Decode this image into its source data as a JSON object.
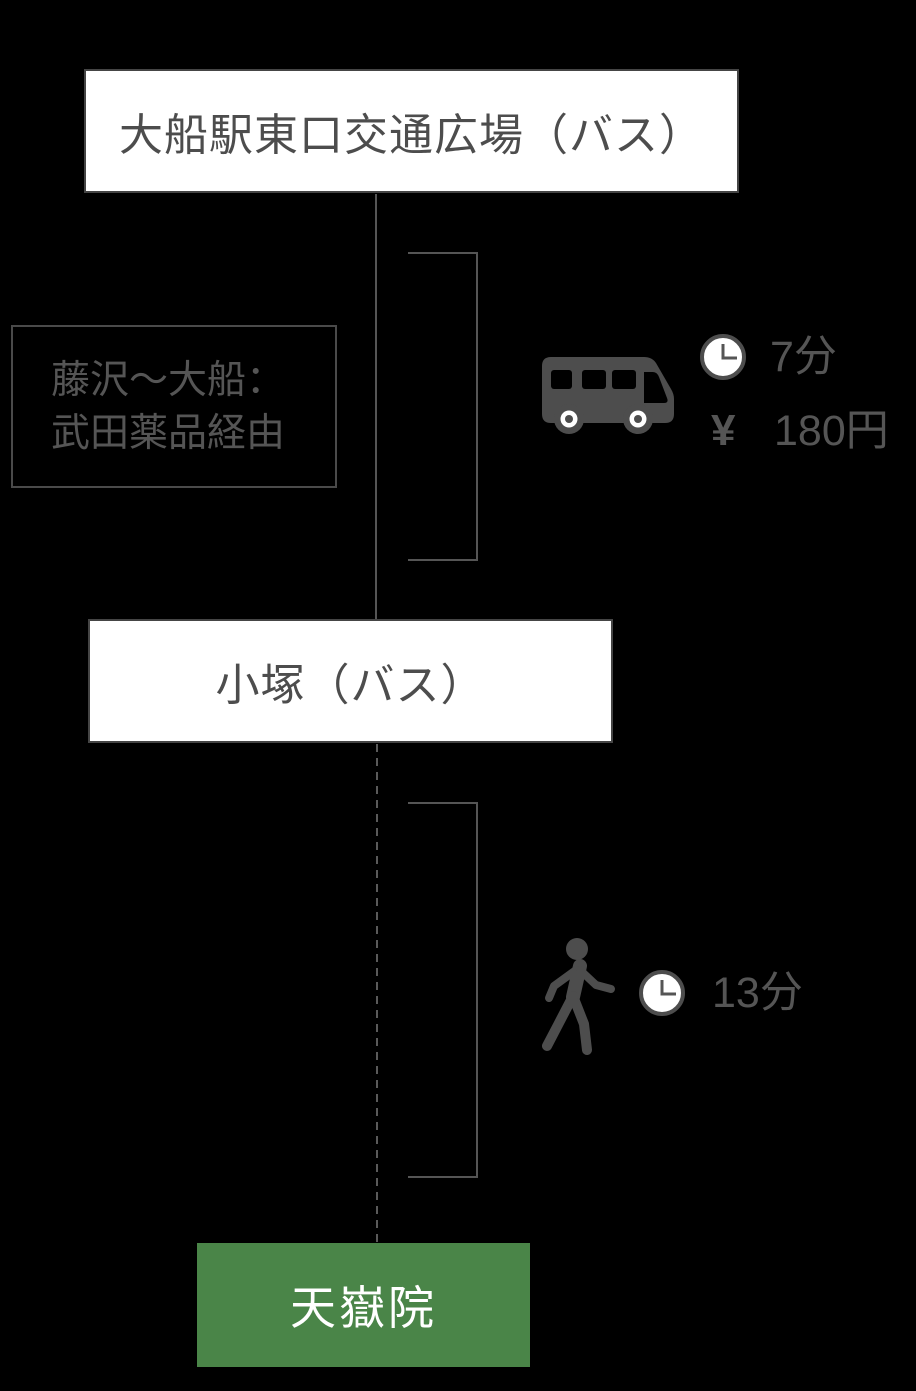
{
  "colors": {
    "background": "#000000",
    "box_fill": "#ffffff",
    "box_border": "#454545",
    "text_gray": "#555555",
    "icon_gray": "#4d4d4d",
    "line_gray": "#555555",
    "destination_fill": "#4a8548",
    "destination_text": "#ffffff"
  },
  "icons": {
    "bus": "bus-icon",
    "walk": "walking-person-icon",
    "clock": "clock-icon"
  },
  "route": {
    "origin": {
      "label": "大船駅東口交通広場（バス）"
    },
    "via_stop": {
      "label": "小塚（バス）"
    },
    "destination": {
      "label": "天嶽院"
    },
    "bus_segment": {
      "mode": "bus",
      "note_line1": "藤沢〜大船：",
      "note_line2": "武田薬品経由",
      "duration": "7分",
      "fare_symbol": "¥",
      "fare": "180円"
    },
    "walk_segment": {
      "mode": "walk",
      "duration": "13分"
    }
  }
}
